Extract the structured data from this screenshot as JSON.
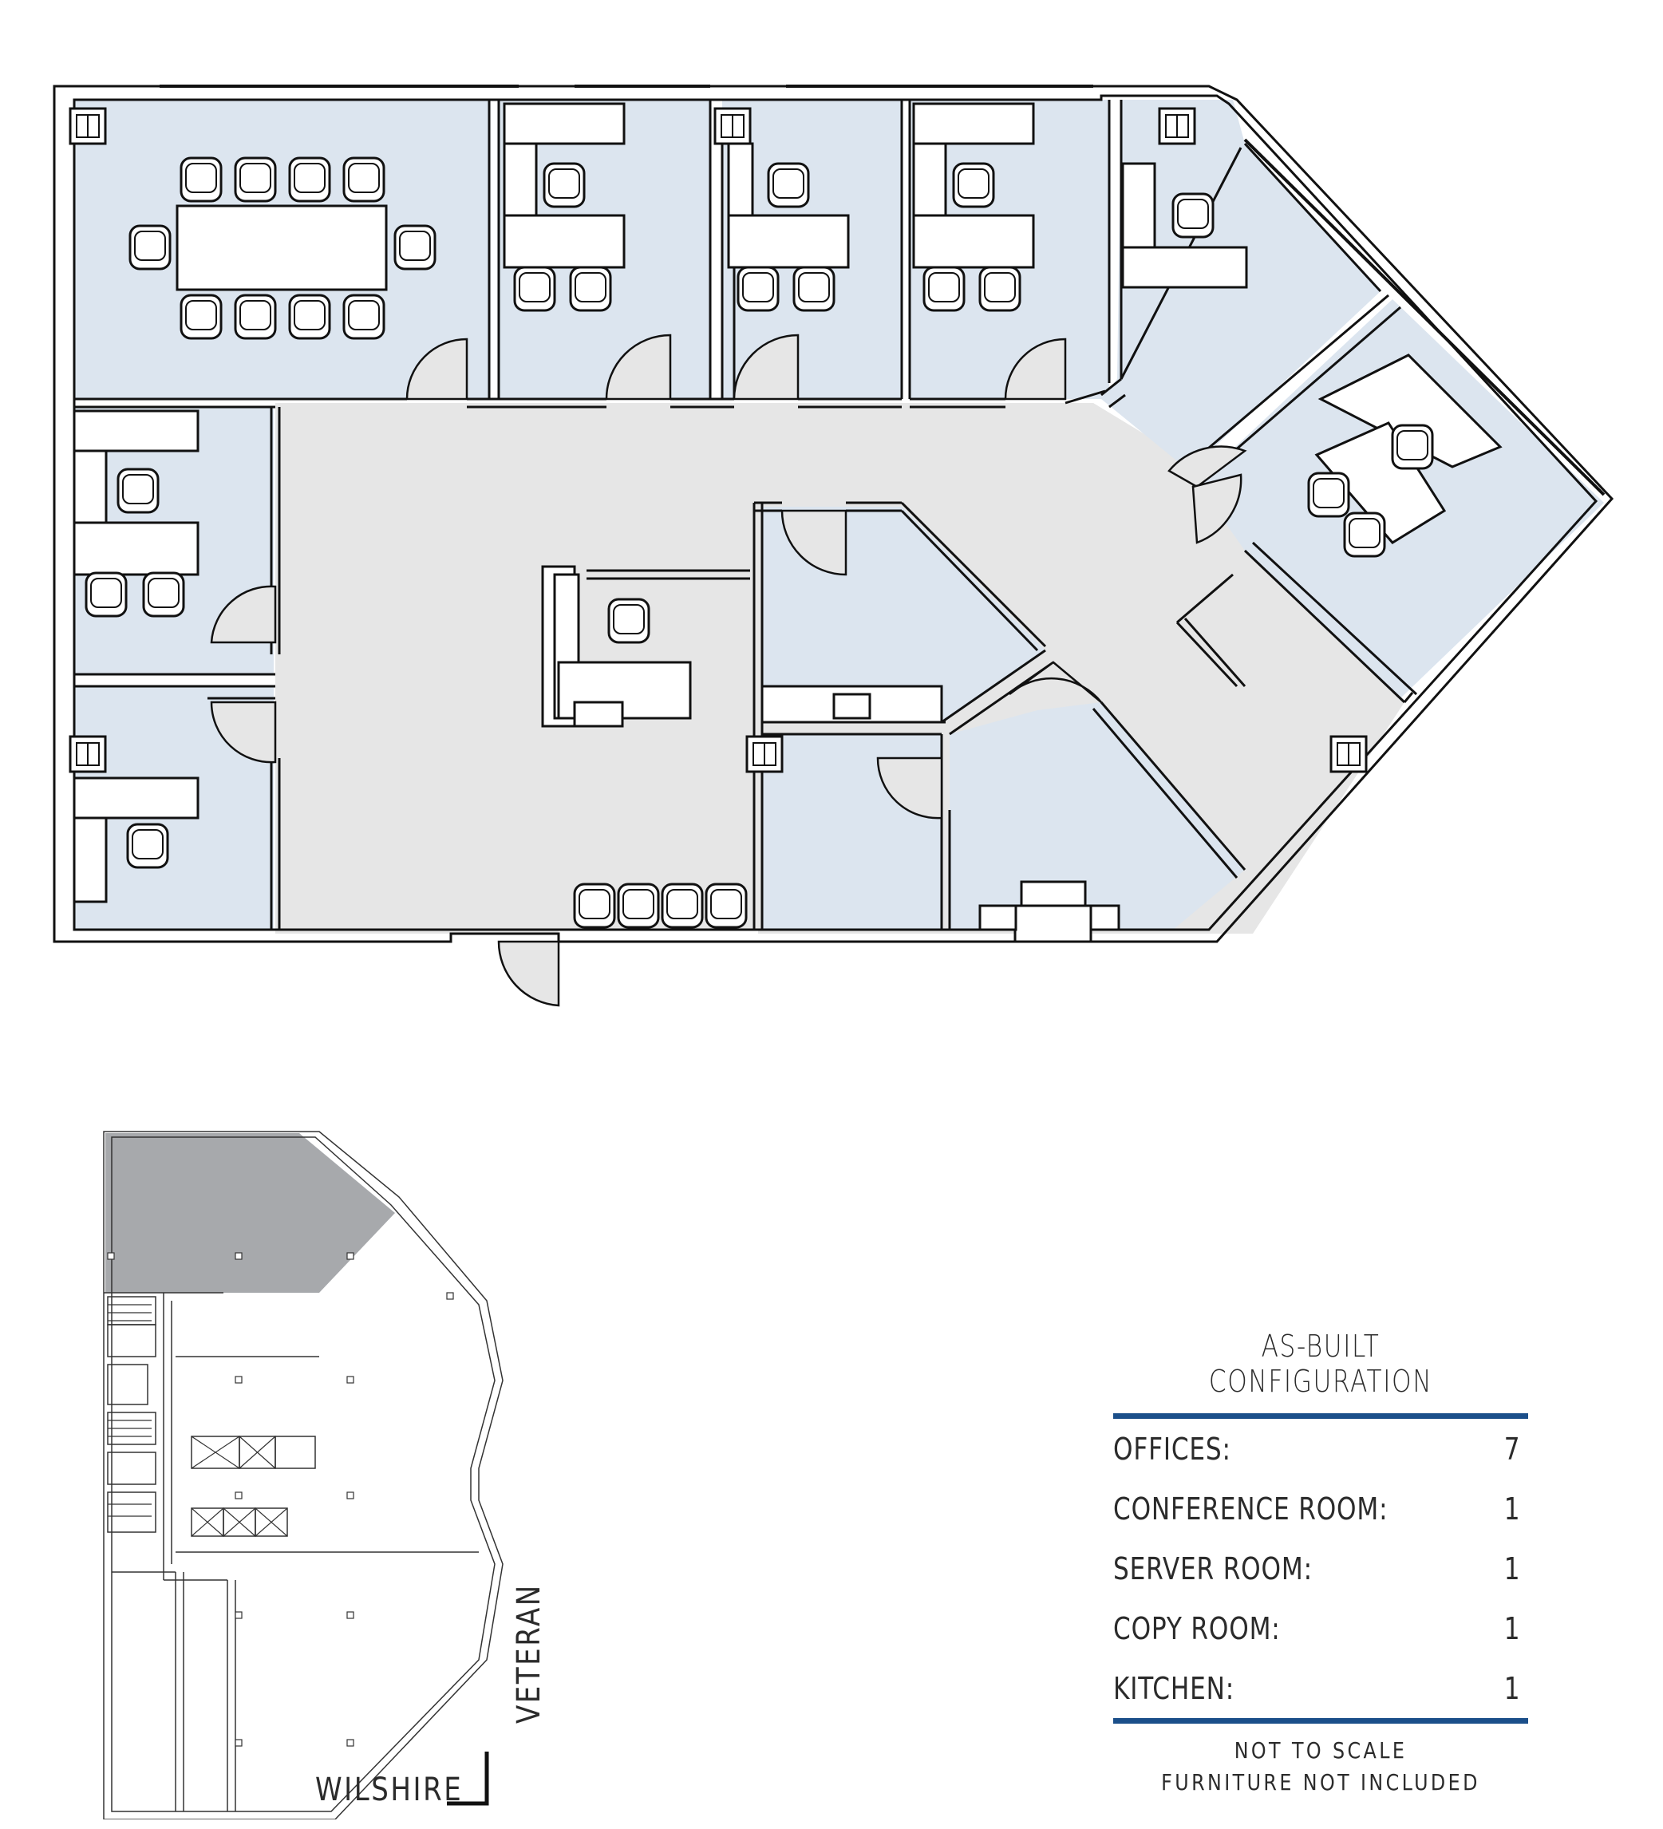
{
  "legend": {
    "title": "AS-BUILT CONFIGURATION",
    "rows": [
      {
        "label": "OFFICES:",
        "value": "7"
      },
      {
        "label": "CONFERENCE ROOM:",
        "value": "1"
      },
      {
        "label": "SERVER ROOM:",
        "value": "1"
      },
      {
        "label": "COPY ROOM:",
        "value": "1"
      },
      {
        "label": "KITCHEN:",
        "value": "1"
      }
    ],
    "notes": [
      "NOT TO SCALE",
      "FURNITURE NOT INCLUDED"
    ]
  },
  "streets": {
    "wilshire": "WILSHIRE",
    "veteran": "VETERAN"
  },
  "colors": {
    "room_fill": "#dce5ef",
    "corridor_fill": "#e6e6e6",
    "wall": "#1a1a1a",
    "highlight": "#a7a9ac",
    "accent_rule": "#1b4f8a"
  }
}
